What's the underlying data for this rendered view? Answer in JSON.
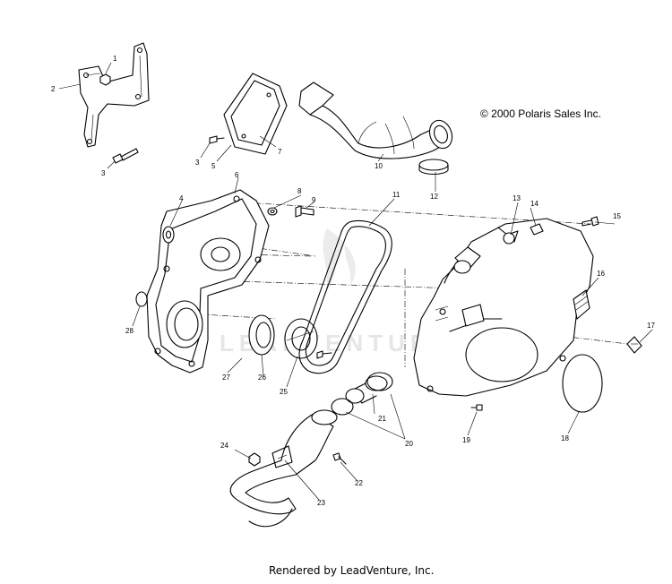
{
  "copyright": "© 2000 Polaris Sales Inc.",
  "footer": "Rendered by LeadVenture, Inc.",
  "watermark_text": "LEADVENTURE",
  "callouts": {
    "c1": "1",
    "c2": "2",
    "c3a": "3",
    "c3b": "3",
    "c4": "4",
    "c5": "5",
    "c6": "6",
    "c7": "7",
    "c8": "8",
    "c9": "9",
    "c10": "10",
    "c11": "11",
    "c12": "12",
    "c13": "13",
    "c14": "14",
    "c15": "15",
    "c16": "16",
    "c17": "17",
    "c18": "18",
    "c19": "19",
    "c20": "20",
    "c21": "21",
    "c22": "22",
    "c23": "23",
    "c24": "24",
    "c25": "25",
    "c26": "26",
    "c27": "27",
    "c28": "28"
  }
}
